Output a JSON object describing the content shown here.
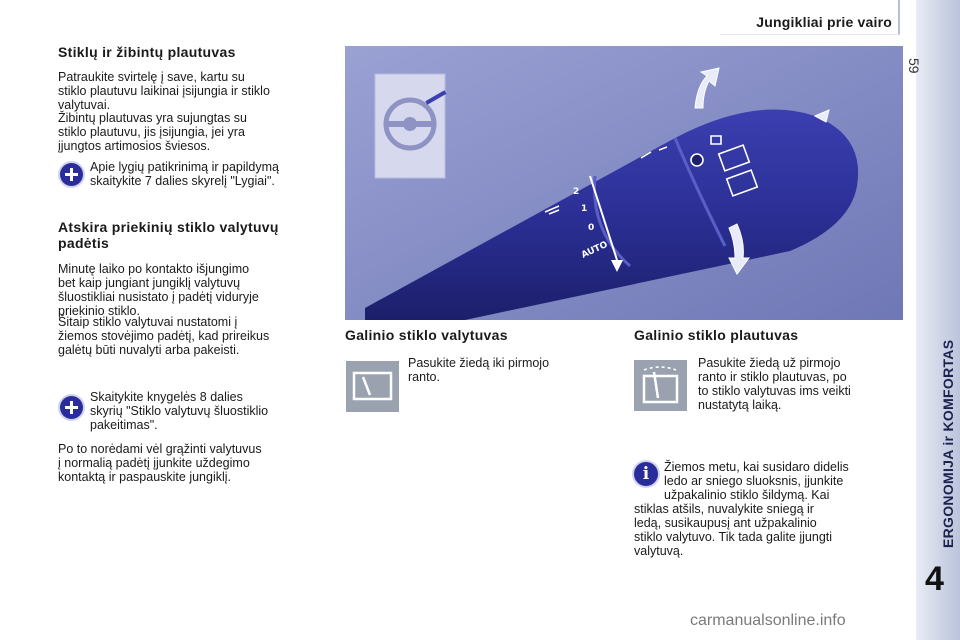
{
  "header": {
    "title": "Jungikliai prie vairo",
    "page_number": "59"
  },
  "sidebar": {
    "section_label": "ERGONOMIJA ir KOMFORTAS",
    "chapter": "4"
  },
  "left": {
    "heading1": "Stiklų ir žibintų plautuvas",
    "p1_lines": [
      "Patraukite svirtelę į save, kartu su",
      "stiklo plautuvu laikinai įsijungia ir stiklo",
      "valytuvai."
    ],
    "p2_lines": [
      "Žibintų plautuvas yra sujungtas su",
      "stiklo plautuvu, jis įsijungia, jei yra",
      "įjungtos artimosios šviesos."
    ],
    "note1_lines": [
      "Apie lygių patikrinimą ir papildymą",
      "skaitykite 7 dalies skyrelį \"Lygiai\"."
    ],
    "heading2_lines": [
      "Atskira priekinių stiklo valytuvų",
      "padėtis"
    ],
    "p3_lines": [
      "Minutę laiko po kontakto išjungimo",
      "bet kaip jungiant jungiklį valytuvų",
      "šluostikliai nusistato į padėtį viduryje",
      "priekinio stiklo."
    ],
    "p4_lines": [
      "Šitaip stiklo valytuvai nustatomi į",
      "žiemos stovėjimo padėtį, kad prireikus",
      "galėtų būti nuvalyti arba pakeisti."
    ],
    "note2_lines": [
      "Skaitykite knygelės 8 dalies",
      "skyrių \"Stiklo valytuvų šluostiklio",
      "pakeitimas\"."
    ],
    "p5_lines": [
      "Po to norėdami vėl grąžinti valytuvus",
      "į normalią padėtį įjunkite uždegimo",
      "kontaktą ir paspauskite jungiklį."
    ]
  },
  "photo": {
    "dial_labels": [
      "2",
      "1",
      "0",
      "AUTO"
    ]
  },
  "mid": {
    "heading": "Galinio stiklo valytuvas",
    "text_lines": [
      "Pasukite žiedą iki pirmojo",
      "ranto."
    ]
  },
  "right": {
    "heading": "Galinio stiklo plautuvas",
    "text_lines": [
      "Pasukite žiedą už pirmojo",
      "ranto ir stiklo plautuvas, po",
      "to stiklo valytuvas ims veikti",
      "nustatytą laiką."
    ],
    "note_lines": [
      "Žiemos metu, kai susidaro didelis",
      "ledo ar sniego sluoksnis, įjunkite",
      "užpakalinio stiklo šildymą. Kai",
      "stiklas atšils, nuvalykite sniegą ir",
      "ledą, susikaupusį ant užpakalinio",
      "stiklo valytuvo. Tik tada galite įjungti",
      "valytuvą."
    ]
  },
  "watermark": "carmanualsonline.info",
  "colors": {
    "accent": "#2a2c99",
    "photo_bg": "#8a92c7",
    "sidebar": "#ccd3e6"
  }
}
